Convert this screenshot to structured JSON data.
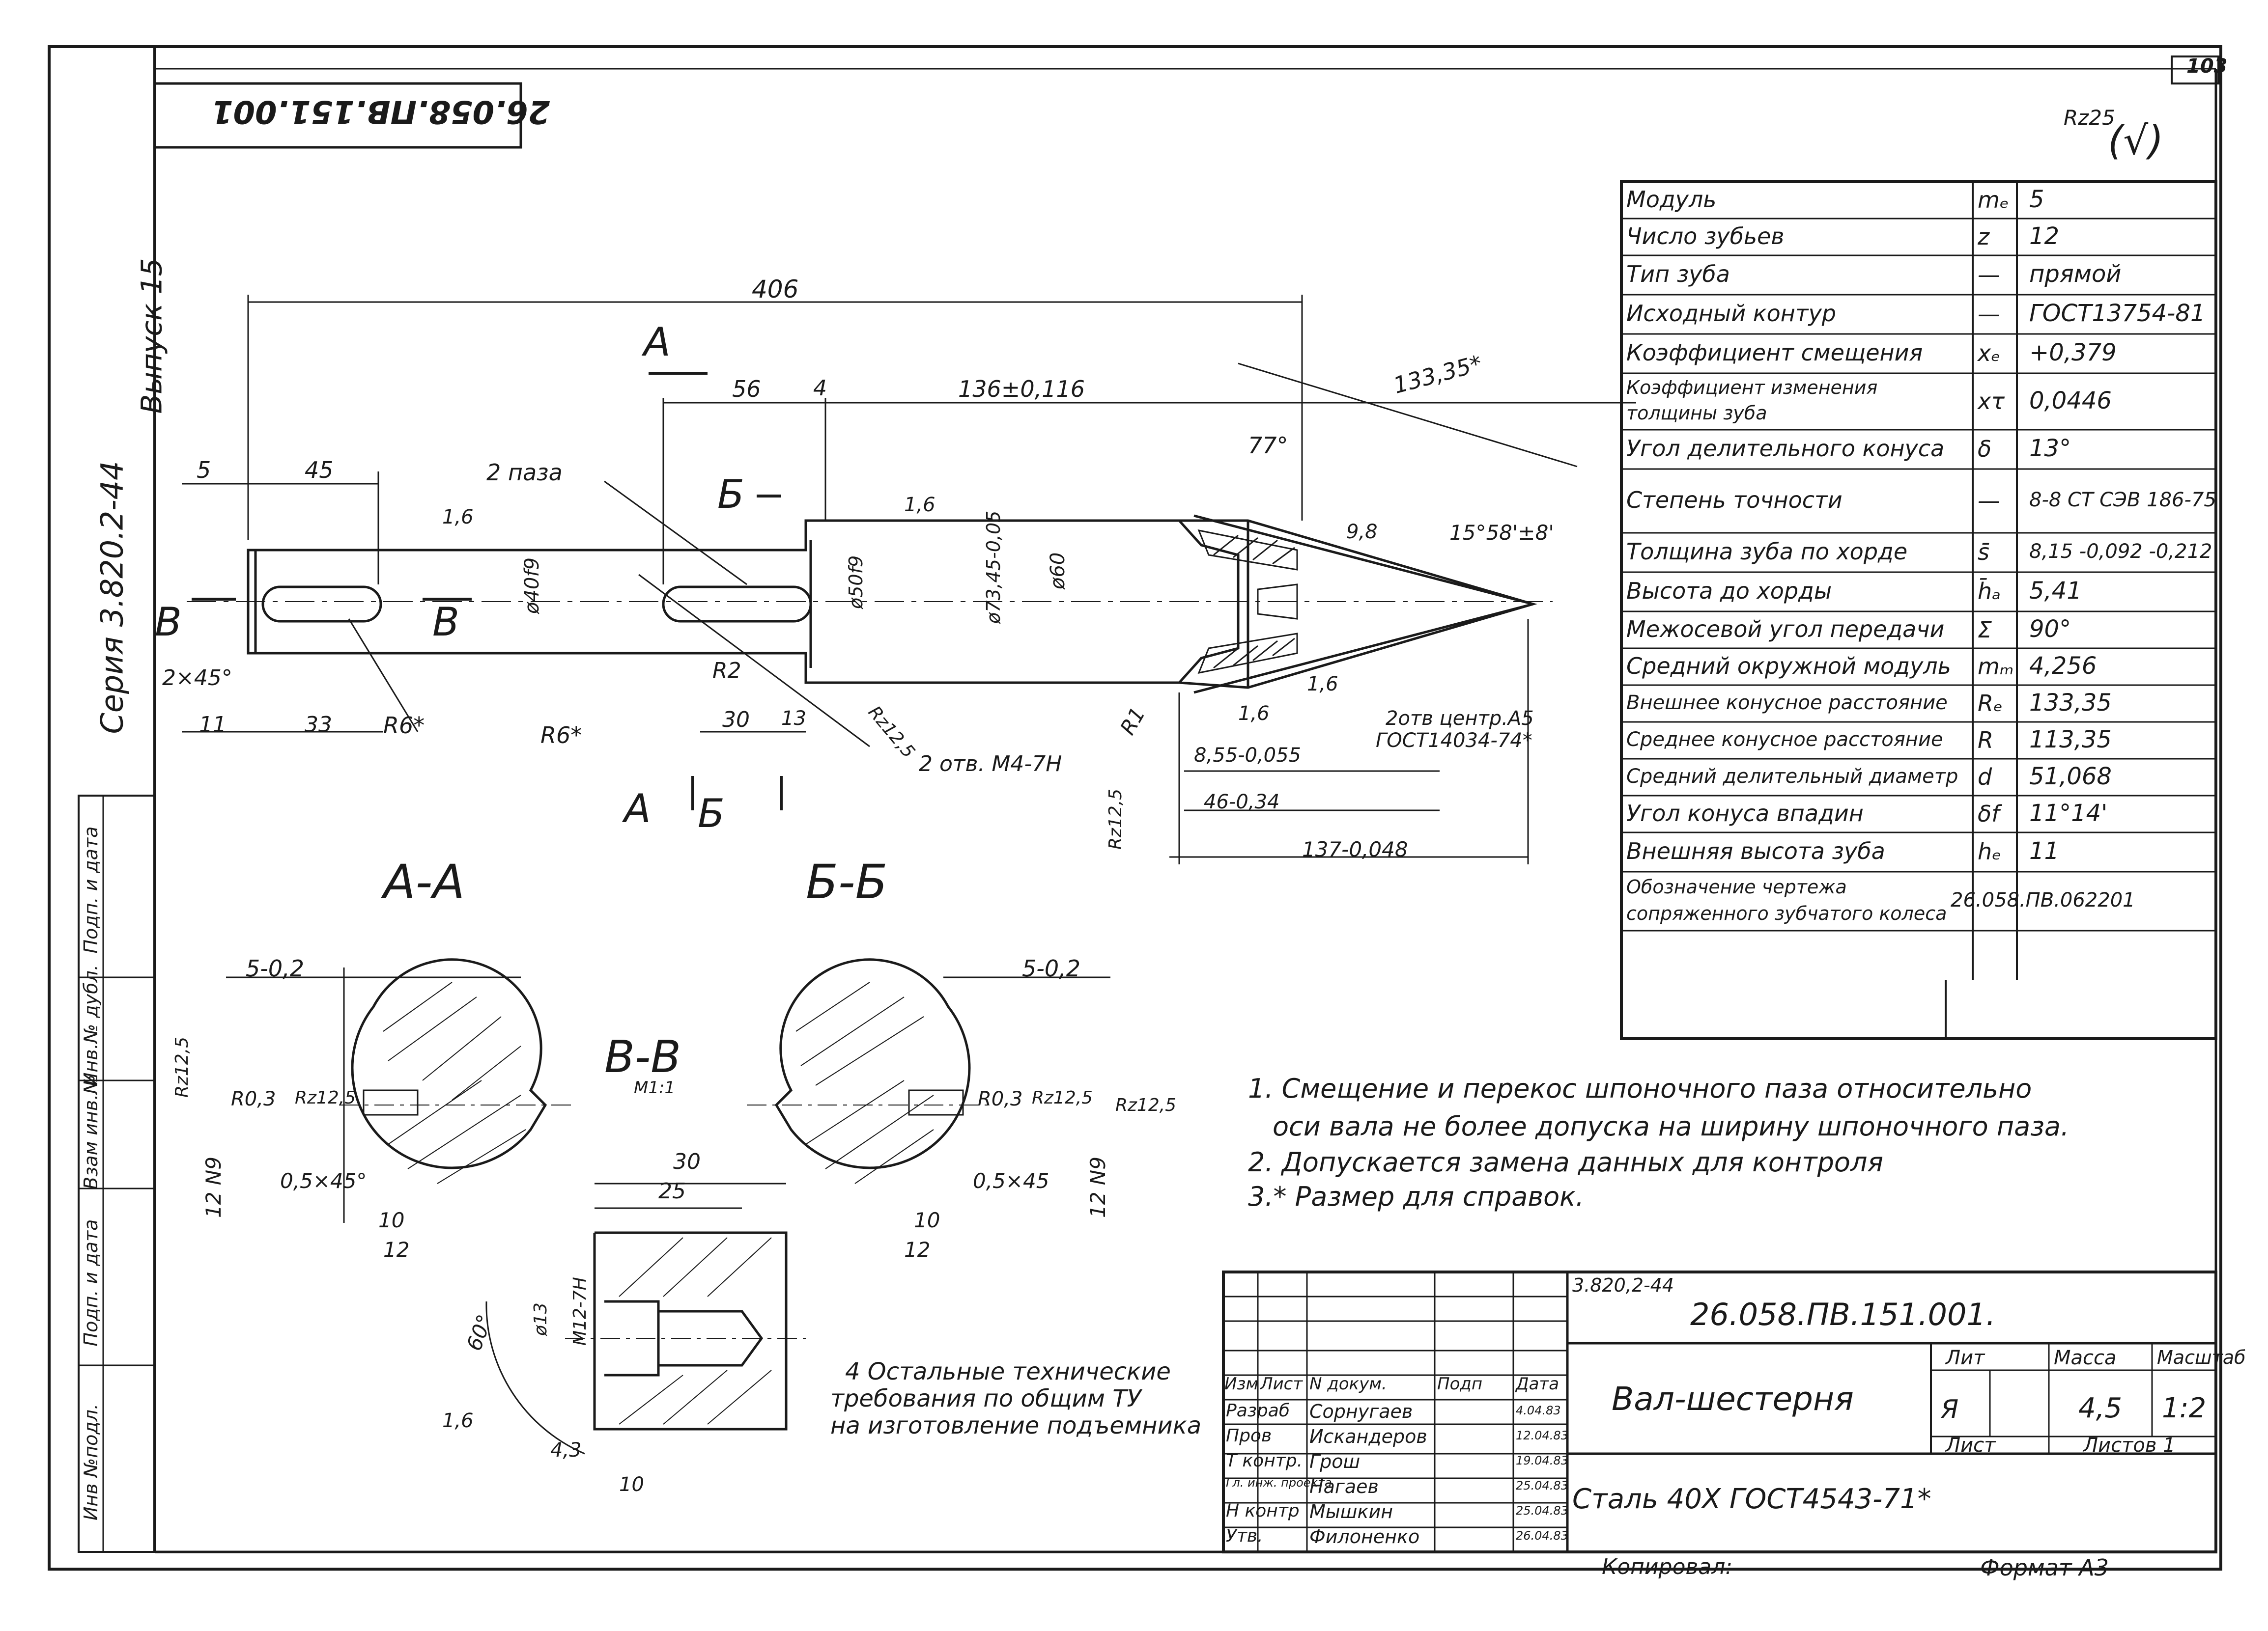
{
  "sheet_number": "103",
  "roughness_general": "Rz25",
  "roughness_note": "(√)",
  "rotated_stamp": "26.058.ПВ.151.001",
  "left_margin": {
    "series": "Серия 3.820.2-44",
    "issue": "Выпуск 15",
    "cells": [
      "Инв №подл.",
      "Подп. и дата",
      "Взам инв.№",
      "Инв.№ дубл.",
      "Подп. и дата"
    ]
  },
  "params_table": [
    {
      "name": "Модуль",
      "sym": "mₑ",
      "val": "5"
    },
    {
      "name": "Число зубьев",
      "sym": "z",
      "val": "12"
    },
    {
      "name": "Тип зуба",
      "sym": "—",
      "val": "прямой"
    },
    {
      "name": "Исходный контур",
      "sym": "—",
      "val": "ГОСТ13754-81"
    },
    {
      "name": "Коэффициент смещения",
      "sym": "xₑ",
      "val": "+0,379"
    },
    {
      "name": "Коэффициент изменения толщины зуба",
      "sym": "xτ",
      "val": "0,0446"
    },
    {
      "name": "Угол делительного конуса",
      "sym": "δ",
      "val": "13°"
    },
    {
      "name": "Степень точности",
      "sym": "—",
      "val": "8-8 СТ СЭВ 186-75"
    },
    {
      "name": "Толщина зуба по хорде",
      "sym": "s̄",
      "val": "8,15 -0,092 -0,212"
    },
    {
      "name": "Высота до хорды",
      "sym": "h̄ₐ",
      "val": "5,41"
    },
    {
      "name": "Межосевой угол передачи",
      "sym": "Σ",
      "val": "90°"
    },
    {
      "name": "Средний окружной модуль",
      "sym": "mₘ",
      "val": "4,256"
    },
    {
      "name": "Внешнее конусное расстояние",
      "sym": "Rₑ",
      "val": "133,35"
    },
    {
      "name": "Среднее конусное расстояние",
      "sym": "R",
      "val": "113,35"
    },
    {
      "name": "Средний делительный диаметр",
      "sym": "d",
      "val": "51,068"
    },
    {
      "name": "Угол конуса впадин",
      "sym": "δf",
      "val": "11°14'"
    },
    {
      "name": "Внешняя высота зуба",
      "sym": "hₑ",
      "val": "11"
    },
    {
      "name": "Обозначение чертежа сопряженного зубчатого колеса",
      "sym": "",
      "val": "26.058.ПВ.062201"
    }
  ],
  "dims": {
    "d406": "406",
    "d56": "56",
    "d4": "4",
    "d136": "136±0,116",
    "d133": "133,35*",
    "d5": "5",
    "d45": "45",
    "d77": "77°",
    "slots": "2 паза",
    "r16a": "1,6",
    "r16b": "1,6",
    "d40f9": "ø40f9",
    "d50f9": "ø50f9",
    "d73": "ø73,45-0,05",
    "d60": "ø60",
    "c2x45": "2×45°",
    "d11": "11",
    "d33": "33",
    "r6a": "R6*",
    "r6b": "R6*",
    "r2": "R2",
    "d30": "30",
    "d13": "13",
    "rz126": "Rz12,5",
    "holes_m4": "2 отв. М4-7Н",
    "r1": "R1",
    "r98": "9,8",
    "ang": "15°58'±8'",
    "r16c": "1,6",
    "r16d": "1,6",
    "d855": "8,55-0,055",
    "d46": "46-0,34",
    "d137": "137-0,048",
    "rz125": "Rz12,5",
    "center_holes": "2отв центр.А5",
    "center_gost": "ГОСТ14034-74*",
    "secA": "А",
    "secB": "Б",
    "secV": "В"
  },
  "sections": {
    "aa": "А-А",
    "bb": "Б-Б",
    "vv": "В-В",
    "vv_scale": "М1:1",
    "aa_w": "5-0,2",
    "bb_w": "5-0,2",
    "aa_rz": "Rz12,5",
    "aa_r": "R0,3",
    "aa_rz2": "Rz12,5",
    "aa_n9": "12 N9",
    "aa_ch": "0,5×45°",
    "aa_10": "10",
    "aa_12": "12",
    "bb_rz": "R0,3",
    "bb_rz2": "Rz12,5",
    "bb_rz3": "Rz12,5",
    "bb_n9": "12 N9",
    "bb_ch": "0,5×45",
    "bb_10": "10",
    "bb_12": "12",
    "vv_30": "30",
    "vv_25": "25",
    "vv_d13": "ø13",
    "vv_m12": "М12-7Н",
    "vv_60": "60°",
    "vv_16": "1,6",
    "vv_43": "4,3",
    "vv_10": "10"
  },
  "notes": [
    "1. Смещение и перекос шпоночного паза относительно",
    "оси вала не более допуска на ширину шпоночного паза.",
    "2. Допускается замена данных для контроля",
    "3.* Размер для справок."
  ],
  "note4": [
    "4 Остальные технические",
    "требования по общим ТУ",
    "на изготовление подъемника"
  ],
  "title_block": {
    "series_code": "3.820,2-44",
    "doc_number": "26.058.ПВ.151.001.",
    "part_name": "Вал-шестерня",
    "material": "Сталь 40Х ГОСТ4543-71*",
    "lit_label": "Лит",
    "mass_label": "Масса",
    "scale_label": "Масштаб",
    "lit": "Я",
    "mass": "4,5",
    "scale": "1:2",
    "sheet_label": "Лист",
    "sheets_label": "Листов 1",
    "head": [
      "Изм",
      "Лист",
      "N докум.",
      "Подп",
      "Дата"
    ],
    "rows": [
      {
        "role": "Разраб",
        "name": "Сорнугаев",
        "date": "4.04.83"
      },
      {
        "role": "Пров",
        "name": "Искандеров",
        "date": "12.04.83"
      },
      {
        "role": "Т контр.",
        "name": "Грош",
        "date": "19.04.83"
      },
      {
        "role": "Гл. инж. проекта",
        "name": "Нагаев",
        "date": "25.04.83"
      },
      {
        "role": "Н контр",
        "name": "Мышкин",
        "date": "25.04.83"
      },
      {
        "role": "Утв.",
        "name": "Филоненко",
        "date": "26.04.83"
      }
    ],
    "copied": "Копировал:",
    "format": "Формат А3"
  }
}
